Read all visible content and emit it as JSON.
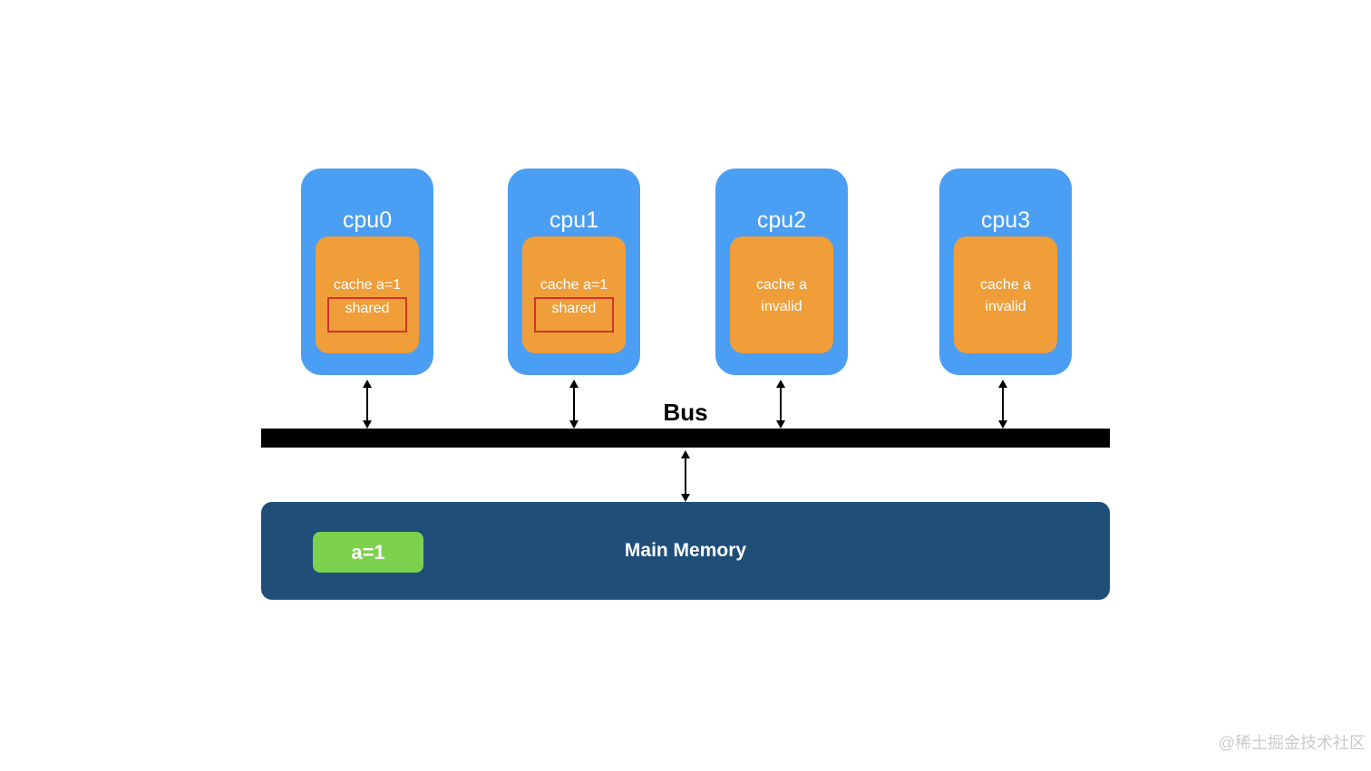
{
  "diagram": {
    "bus_label": "Bus",
    "memory_label": "Main Memory",
    "memory_value": "a=1",
    "watermark": "@稀土掘金技术社区",
    "colors": {
      "cpu_blue": "#4A9EF3",
      "cache_orange": "#F09E3A",
      "memory_navy": "#1F4E79",
      "value_green": "#7CD24D",
      "highlight_red": "#D0342C",
      "bus_black": "#000000",
      "watermark_gray": "#CBCBCB"
    }
  },
  "cpus": [
    {
      "label": "cpu0",
      "cache_line1": "cache a=1",
      "cache_line2": "shared",
      "highlighted": true
    },
    {
      "label": "cpu1",
      "cache_line1": "cache a=1",
      "cache_line2": "shared",
      "highlighted": true
    },
    {
      "label": "cpu2",
      "cache_line1": "cache a",
      "cache_line2": "invalid",
      "highlighted": false
    },
    {
      "label": "cpu3",
      "cache_line1": "cache a",
      "cache_line2": "invalid",
      "highlighted": false
    }
  ]
}
